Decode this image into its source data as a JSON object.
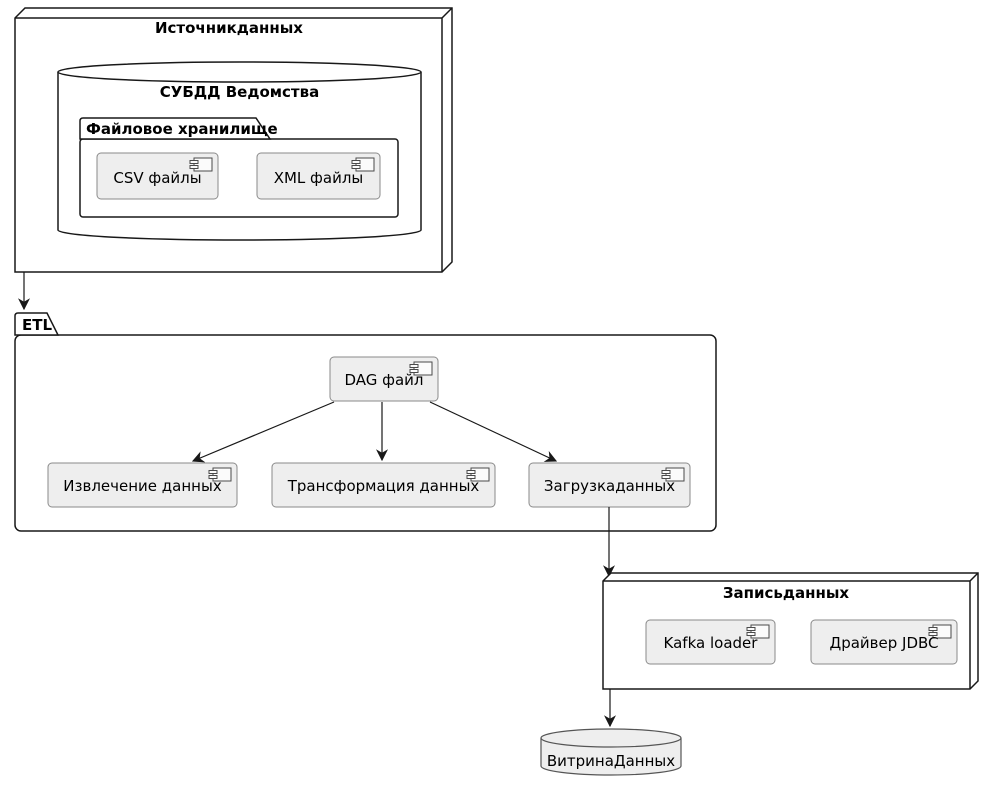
{
  "diagram": {
    "kind": "uml-deployment-diagram",
    "nodes": {
      "sources": {
        "title": "Источникданных",
        "shape": "node3d"
      },
      "agency_dbms": {
        "title": "СУБДД Ведомства",
        "shape": "database"
      },
      "file_storage": {
        "title": "Файловое хранилище",
        "shape": "folder"
      },
      "csv_files": {
        "label": "CSV файлы",
        "shape": "component"
      },
      "xml_files": {
        "label": "XML файлы",
        "shape": "component"
      },
      "etl": {
        "title": "ETL",
        "shape": "package"
      },
      "dag_file": {
        "label": "DAG файл",
        "shape": "component"
      },
      "extract": {
        "label": "Извлечение данных",
        "shape": "component"
      },
      "transform": {
        "label": "Трансформация данных",
        "shape": "component"
      },
      "load": {
        "label": "Загрузкаданных",
        "shape": "component"
      },
      "write": {
        "title": "Записьданных",
        "shape": "node3d"
      },
      "kafka_loader": {
        "label": "Kafka loader",
        "shape": "component"
      },
      "jdbc_driver": {
        "label": "Драйвер JDBC",
        "shape": "component"
      },
      "data_mart": {
        "label": "ВитринаДанных",
        "shape": "database"
      }
    },
    "edges": [
      {
        "from": "Источникданных",
        "to": "ETL"
      },
      {
        "from": "DAG файл",
        "to": "Извлечение данных"
      },
      {
        "from": "DAG файл",
        "to": "Трансформация данных"
      },
      {
        "from": "DAG файл",
        "to": "Загрузкаданных"
      },
      {
        "from": "Загрузкаданных",
        "to": "Записьданных"
      },
      {
        "from": "Записьданных",
        "to": "ВитринаДанных"
      }
    ],
    "colors": {
      "background": "#ffffff",
      "container_border": "#181818",
      "component_fill": "#eeeeee",
      "component_border": "#8a8a8a",
      "small_database_fill": "#eeeeee",
      "small_database_border": "#555555",
      "arrow": "#181818",
      "text": "#000000"
    }
  }
}
